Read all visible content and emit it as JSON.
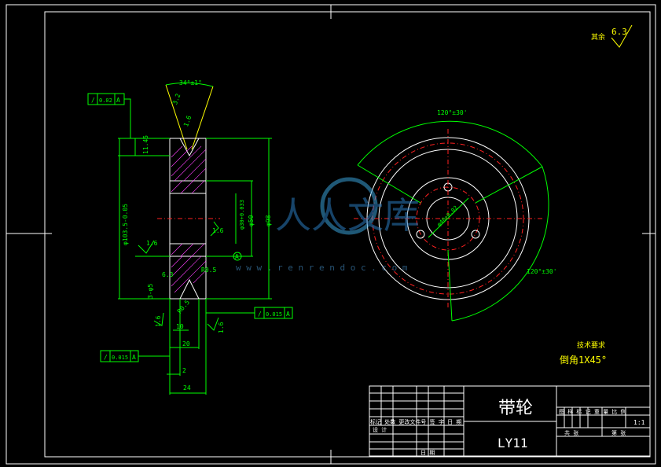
{
  "drawing": {
    "surface_finish_note": "其余",
    "surface_finish_value": "6.3",
    "tech_req_title": "技术要求",
    "tech_req_text": "倒角1X45°"
  },
  "section_view": {
    "groove_angle": "34°±1°",
    "tol_box_top": {
      "symbol": "/",
      "value": "0.02",
      "datum": "A"
    },
    "tol_box_mid": {
      "symbol": "/",
      "value": "0.015",
      "datum": "A"
    },
    "tol_box_bottom": {
      "symbol": "/",
      "value": "0.015",
      "datum": "A"
    },
    "dim_11_45": "11.45",
    "dim_outer_dia": "φ103.5-0.05",
    "dim_bore": "φ30+0.033",
    "dim_50": "φ50",
    "dim_98": "φ98",
    "dim_holes": "3-φ5",
    "dim_10": "10",
    "dim_20": "20",
    "dim_2": "2",
    "dim_24": "24",
    "rough_3_2": "3.2",
    "rough_1_6a": "1.6",
    "rough_1_6b": "1.6",
    "rough_1_6c": "1.6",
    "rough_1_6d": "1.6",
    "rough_1_6e": "1.6",
    "rough_6_3": "6.3",
    "r_label_1": "R0.5",
    "r_label_2": "R0.5",
    "datum_label": "A"
  },
  "front_view": {
    "angle_top": "120°±30'",
    "angle_right": "120°±30'",
    "pcd_label": "φ40±0.02"
  },
  "title_block": {
    "part_name": "带轮",
    "material": "LY11",
    "row_labels": "标记 处数 更改文件号 签 字 日 期",
    "design_label": "设 计",
    "date_label": "日 期",
    "col_headers": "图 样 标 记   重 量   比 例",
    "scale": "1:1",
    "total_label": "共 张",
    "sheet_label": "第 张"
  },
  "watermark": {
    "brand": "人人文库",
    "url": "w w w . r e n r e n d o c . c o m"
  }
}
